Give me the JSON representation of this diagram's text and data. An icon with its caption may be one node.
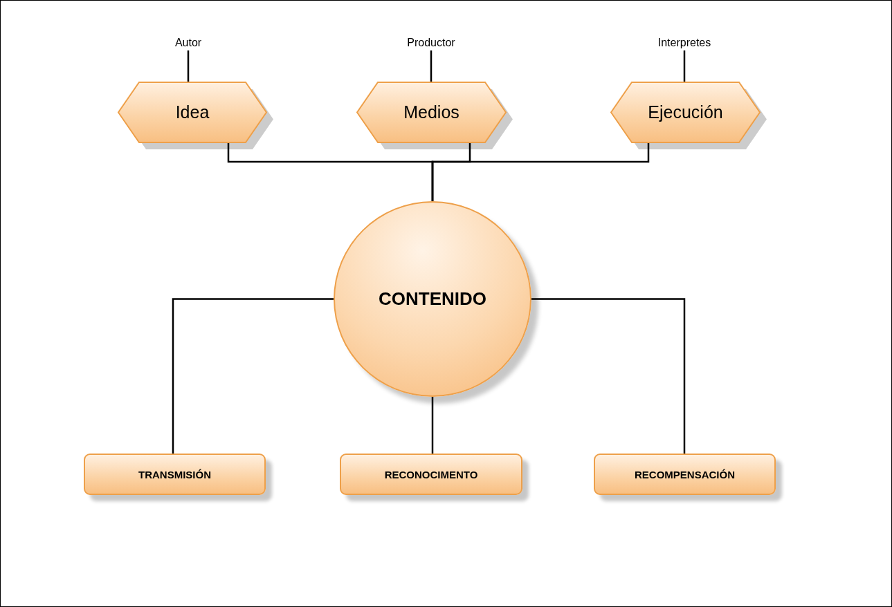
{
  "diagram": {
    "nodes": [
      {
        "text": [
          "Autor"
        ]
      },
      {
        "text": [
          "Productor"
        ]
      },
      {
        "text": [
          "Interpretes"
        ]
      },
      {
        "text": [
          "Idea"
        ]
      },
      {
        "text": [
          "Medios"
        ]
      },
      {
        "text": [
          "Ejecución"
        ]
      },
      {
        "text": [
          "CONTENIDO"
        ]
      },
      {
        "text": [
          "TRANSMISIÓN"
        ]
      },
      {
        "text": [
          "RECONOCIMENTO"
        ]
      },
      {
        "text": [
          "RECOMPENSACIÓN"
        ]
      }
    ],
    "edges": [
      {
        "from": 0,
        "to": 3,
        "arrow": "none"
      },
      {
        "from": 1,
        "to": 4,
        "arrow": "none"
      },
      {
        "from": 2,
        "to": 5,
        "arrow": "none"
      },
      {
        "from": 3,
        "to": 6,
        "arrow": "none"
      },
      {
        "from": 4,
        "to": 6,
        "arrow": "none"
      },
      {
        "from": 5,
        "to": 6,
        "arrow": "none"
      },
      {
        "from": 6,
        "to": 7,
        "arrow": "none"
      },
      {
        "from": 6,
        "to": 8,
        "arrow": "none"
      },
      {
        "from": 6,
        "to": 9,
        "arrow": "none"
      }
    ]
  }
}
